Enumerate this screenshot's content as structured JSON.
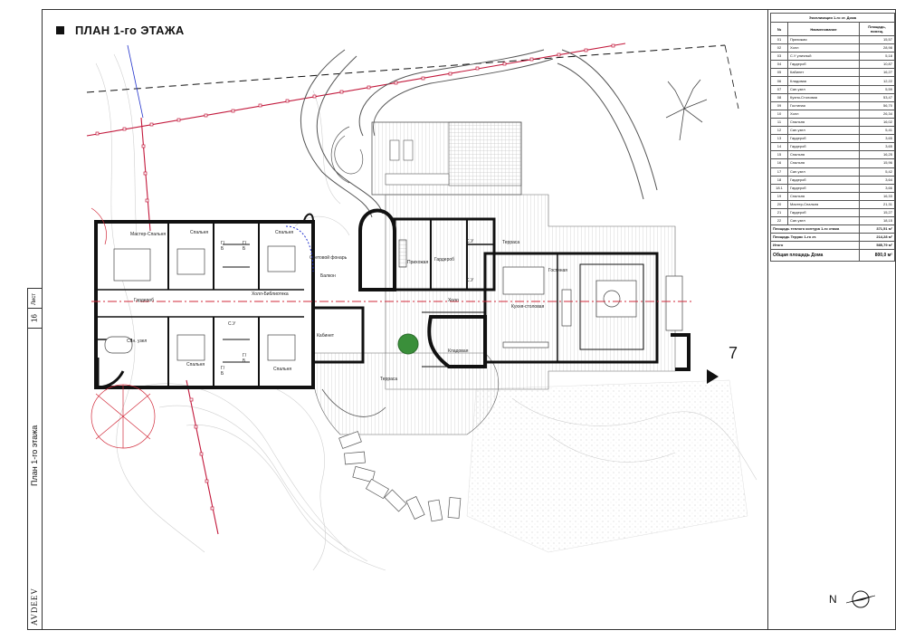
{
  "sheet": {
    "title": "ПЛАН 1-го ЭТАЖА",
    "side_label": "Лист",
    "sheet_number": "16",
    "side_title": "План 1-го этажа",
    "logo_text": "AVDEEV"
  },
  "legend": {
    "caption": "Экспликация 1-го эт. Дома",
    "headers": {
      "num": "№",
      "name": "Наименование",
      "area": "Площадь, помещ."
    },
    "rows": [
      {
        "num": "01",
        "name": "Прихожая",
        "area": "15,57"
      },
      {
        "num": "02",
        "name": "Холл",
        "area": "28,98"
      },
      {
        "num": "03",
        "name": "С.У уличный",
        "area": "5,18"
      },
      {
        "num": "04",
        "name": "Гардероб",
        "area": "10,87"
      },
      {
        "num": "05",
        "name": "Кабинет",
        "area": "16,27"
      },
      {
        "num": "06",
        "name": "Кладовая",
        "area": "12,22"
      },
      {
        "num": "07",
        "name": "Сан.узел",
        "area": "5,59"
      },
      {
        "num": "08",
        "name": "Кухня-Столовая",
        "area": "53,47"
      },
      {
        "num": "09",
        "name": "Гостиная",
        "area": "56,70"
      },
      {
        "num": "10",
        "name": "Холл",
        "area": "26,34"
      },
      {
        "num": "11",
        "name": "Спальня",
        "area": "16,02"
      },
      {
        "num": "12",
        "name": "Сан.узел",
        "area": "5,41"
      },
      {
        "num": "13",
        "name": "Гардероб",
        "area": "3,65"
      },
      {
        "num": "14",
        "name": "Гардероб",
        "area": "3,65"
      },
      {
        "num": "15",
        "name": "Спальня",
        "area": "16,25"
      },
      {
        "num": "16",
        "name": "Спальня",
        "area": "15,96"
      },
      {
        "num": "17",
        "name": "Сан.узел",
        "area": "5,42"
      },
      {
        "num": "18",
        "name": "Гардероб",
        "area": "3,64"
      },
      {
        "num": "18.1",
        "name": "Гардероб",
        "area": "3,66"
      },
      {
        "num": "19",
        "name": "Спальня",
        "area": "16,33"
      },
      {
        "num": "20",
        "name": "Мастер-Спальня",
        "area": "21,31"
      },
      {
        "num": "21",
        "name": "Гардероб",
        "area": "15,27"
      },
      {
        "num": "22",
        "name": "Сан.узел",
        "area": "18,15"
      }
    ],
    "summary": [
      {
        "name": "Площадь теплого контура 1-го этажа",
        "area": "371,51 м²"
      },
      {
        "name": "Площадь Террас 1-го эт.",
        "area": "214,28 м²"
      },
      {
        "name": "Итого",
        "area": "585,79 м²"
      }
    ],
    "total": {
      "name": "Общая площадь Дома",
      "area": "800,0 м²"
    }
  },
  "plan_labels": {
    "master_bedroom": "Мастер-Спальня",
    "bedroom_1": "Спальня",
    "bedroom_2": "Спальня",
    "bedroom_3": "Спальня",
    "bedroom_4": "Спальня",
    "wardrobe_1": "Гардероб",
    "wardrobe_2": "Гардероб",
    "gb_1": "Г/Б",
    "gb_2": "Г/Б",
    "gb_3": "Г/Б",
    "gb_4": "Г/Б",
    "su_1": "С.У",
    "su_2": "С.У",
    "su_3": "С.У",
    "su_master": "Сан. узел",
    "hall_library": "Холл-Библиотека",
    "balcony": "Балкон",
    "skylight": "Световой фонарь",
    "study": "Кабинет",
    "entry": "Прихожая",
    "hall": "Холл",
    "pantry": "Кладовая",
    "kitchen": "Кухня-столовая",
    "living": "Гостиная",
    "terrace_1": "Терраса",
    "terrace_2": "Терраса",
    "section_mark": "7"
  },
  "north_label": "N"
}
